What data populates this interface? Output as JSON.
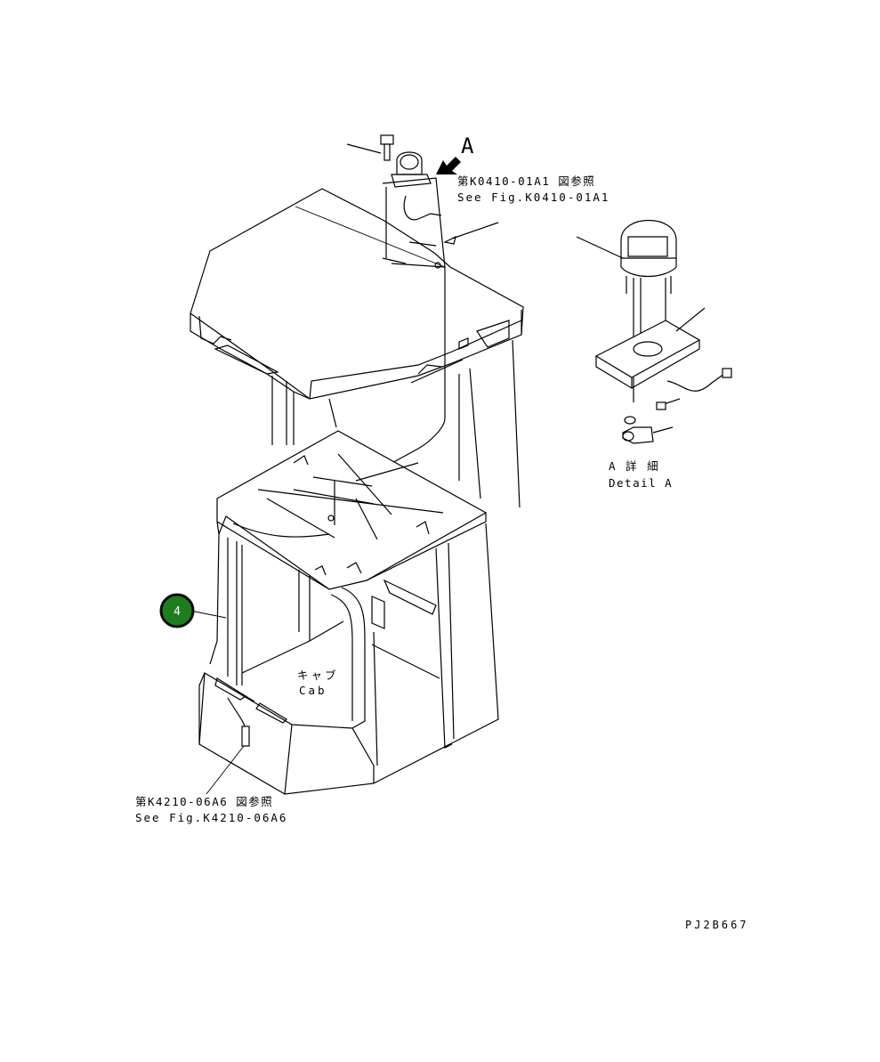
{
  "labels": {
    "view_letter": "A",
    "ref_top_jp": "第K0410-01A1 図参照",
    "ref_top_en": "See Fig.K0410-01A1",
    "detail_jp": "A 詳 細",
    "detail_en": "Detail A",
    "cab_jp": "キャブ",
    "cab_en": "Cab",
    "ref_bottom_jp": "第K4210-06A6 図参照",
    "ref_bottom_en": "See Fig.K4210-06A6",
    "drawing_code": "PJ2B667"
  },
  "callouts": [
    {
      "number": "4",
      "color": "#1e7d1e"
    }
  ],
  "colors": {
    "line": "#000000",
    "background": "#ffffff",
    "callout_fill": "#1e7d1e",
    "callout_ring": "#0a0a0a"
  }
}
